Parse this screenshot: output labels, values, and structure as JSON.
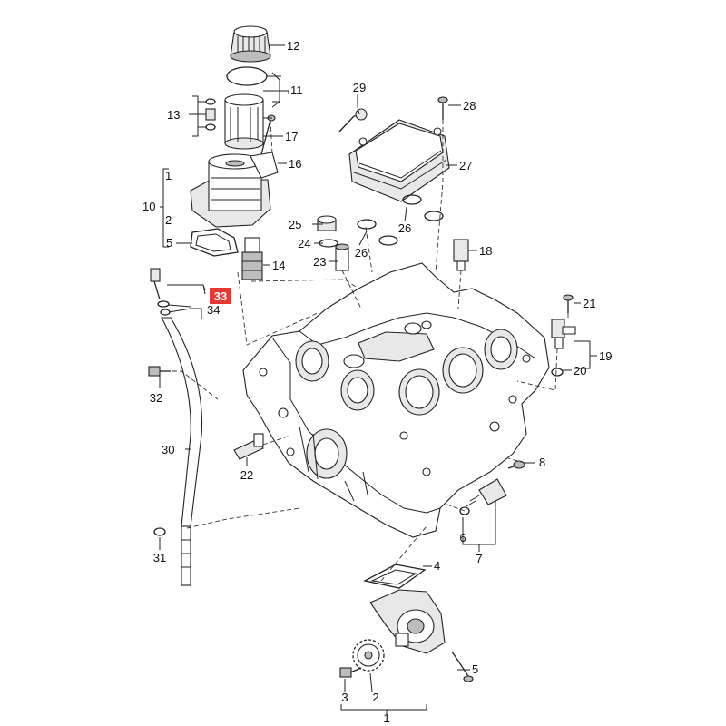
{
  "diagram": {
    "highlight": "33",
    "highlight_color": "#e53935",
    "callouts": {
      "c1": "1",
      "c2": "2",
      "c3": "3",
      "c4": "4",
      "c5": "5",
      "c5b": "5",
      "c6": "6",
      "c7": "7",
      "c8": "8",
      "c10": "10",
      "c11": "11",
      "c1a": "1",
      "c2a": "2",
      "c12": "12",
      "c13": "13",
      "c14": "14",
      "c16": "16",
      "c17": "17",
      "c18": "18",
      "c19": "19",
      "c20": "20",
      "c21": "21",
      "c22": "22",
      "c23": "23",
      "c24": "24",
      "c25": "25",
      "c26a": "26",
      "c26b": "26",
      "c27": "27",
      "c28": "28",
      "c29": "29",
      "c30": "30",
      "c31": "31",
      "c32": "32",
      "c33": "33",
      "c34": "34"
    }
  }
}
